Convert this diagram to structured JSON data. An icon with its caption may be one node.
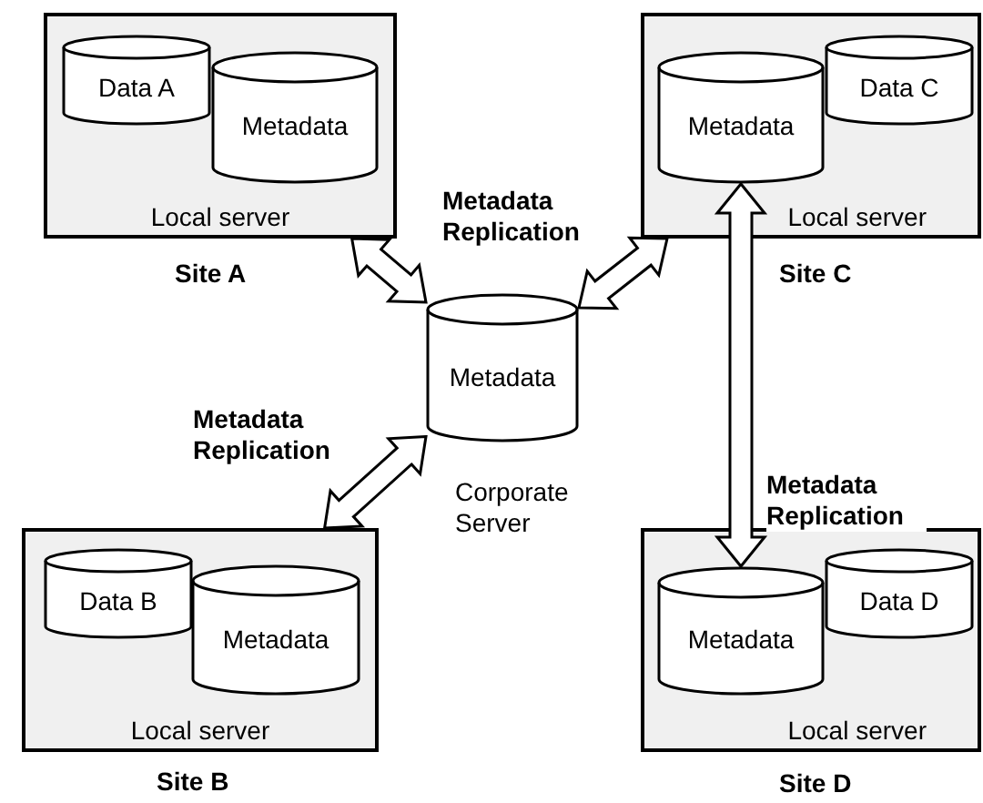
{
  "diagram": {
    "nodes": [
      {
        "text": [
          "Local server"
        ],
        "beside": [
          "Site A"
        ]
      },
      {
        "text": [
          "Data A"
        ],
        "in": 0
      },
      {
        "text": [
          "Metadata"
        ],
        "in": 0
      },
      {
        "text": [
          "Local server"
        ],
        "beside": [
          "Site C"
        ]
      },
      {
        "text": [
          "Metadata"
        ],
        "in": 3
      },
      {
        "text": [
          "Data C"
        ],
        "in": 3
      },
      {
        "text": [
          "Metadata"
        ],
        "beside": [
          "Corporate Server"
        ]
      },
      {
        "text": [
          "Local server"
        ],
        "beside": [
          "Site B"
        ]
      },
      {
        "text": [
          "Data B"
        ],
        "in": 7
      },
      {
        "text": [
          "Metadata"
        ],
        "in": 7
      },
      {
        "text": [
          "Local server"
        ],
        "beside": [
          "Site D"
        ]
      },
      {
        "text": [
          "Metadata"
        ],
        "in": 10
      },
      {
        "text": [
          "Data D"
        ],
        "in": 10
      }
    ],
    "edges": [
      {
        "from": 0,
        "to": 6,
        "arrow": "both",
        "label": "Metadata Replication"
      },
      {
        "from": 6,
        "to": 3,
        "arrow": "both"
      },
      {
        "from": 6,
        "to": 7,
        "arrow": "both",
        "label": "Metadata Replication"
      },
      {
        "from": 4,
        "to": 11,
        "arrow": "both",
        "label": "Metadata Replication"
      }
    ]
  }
}
